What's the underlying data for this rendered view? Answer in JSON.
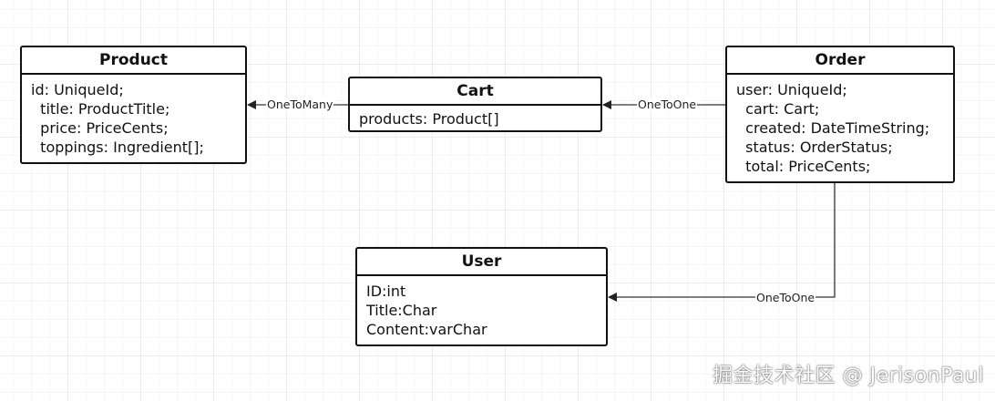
{
  "entities": {
    "product": {
      "title": "Product",
      "fields": [
        "id: UniqueId;",
        "  title: ProductTitle;",
        "  price: PriceCents;",
        "  toppings: Ingredient[];"
      ]
    },
    "cart": {
      "title": "Cart",
      "fields": [
        "products: Product[]"
      ]
    },
    "order": {
      "title": "Order",
      "fields": [
        "user: UniqueId;",
        "  cart: Cart;",
        "  created: DateTimeString;",
        "  status: OrderStatus;",
        "  total: PriceCents;"
      ]
    },
    "user": {
      "title": "User",
      "fields": [
        "ID:int",
        "Title:Char",
        "Content:varChar"
      ]
    }
  },
  "relations": {
    "cart_product": "OneToMany",
    "order_cart": "OneToOne",
    "order_user": "OneToOne"
  },
  "watermark": "掘金技术社区 @ JerisonPaul"
}
